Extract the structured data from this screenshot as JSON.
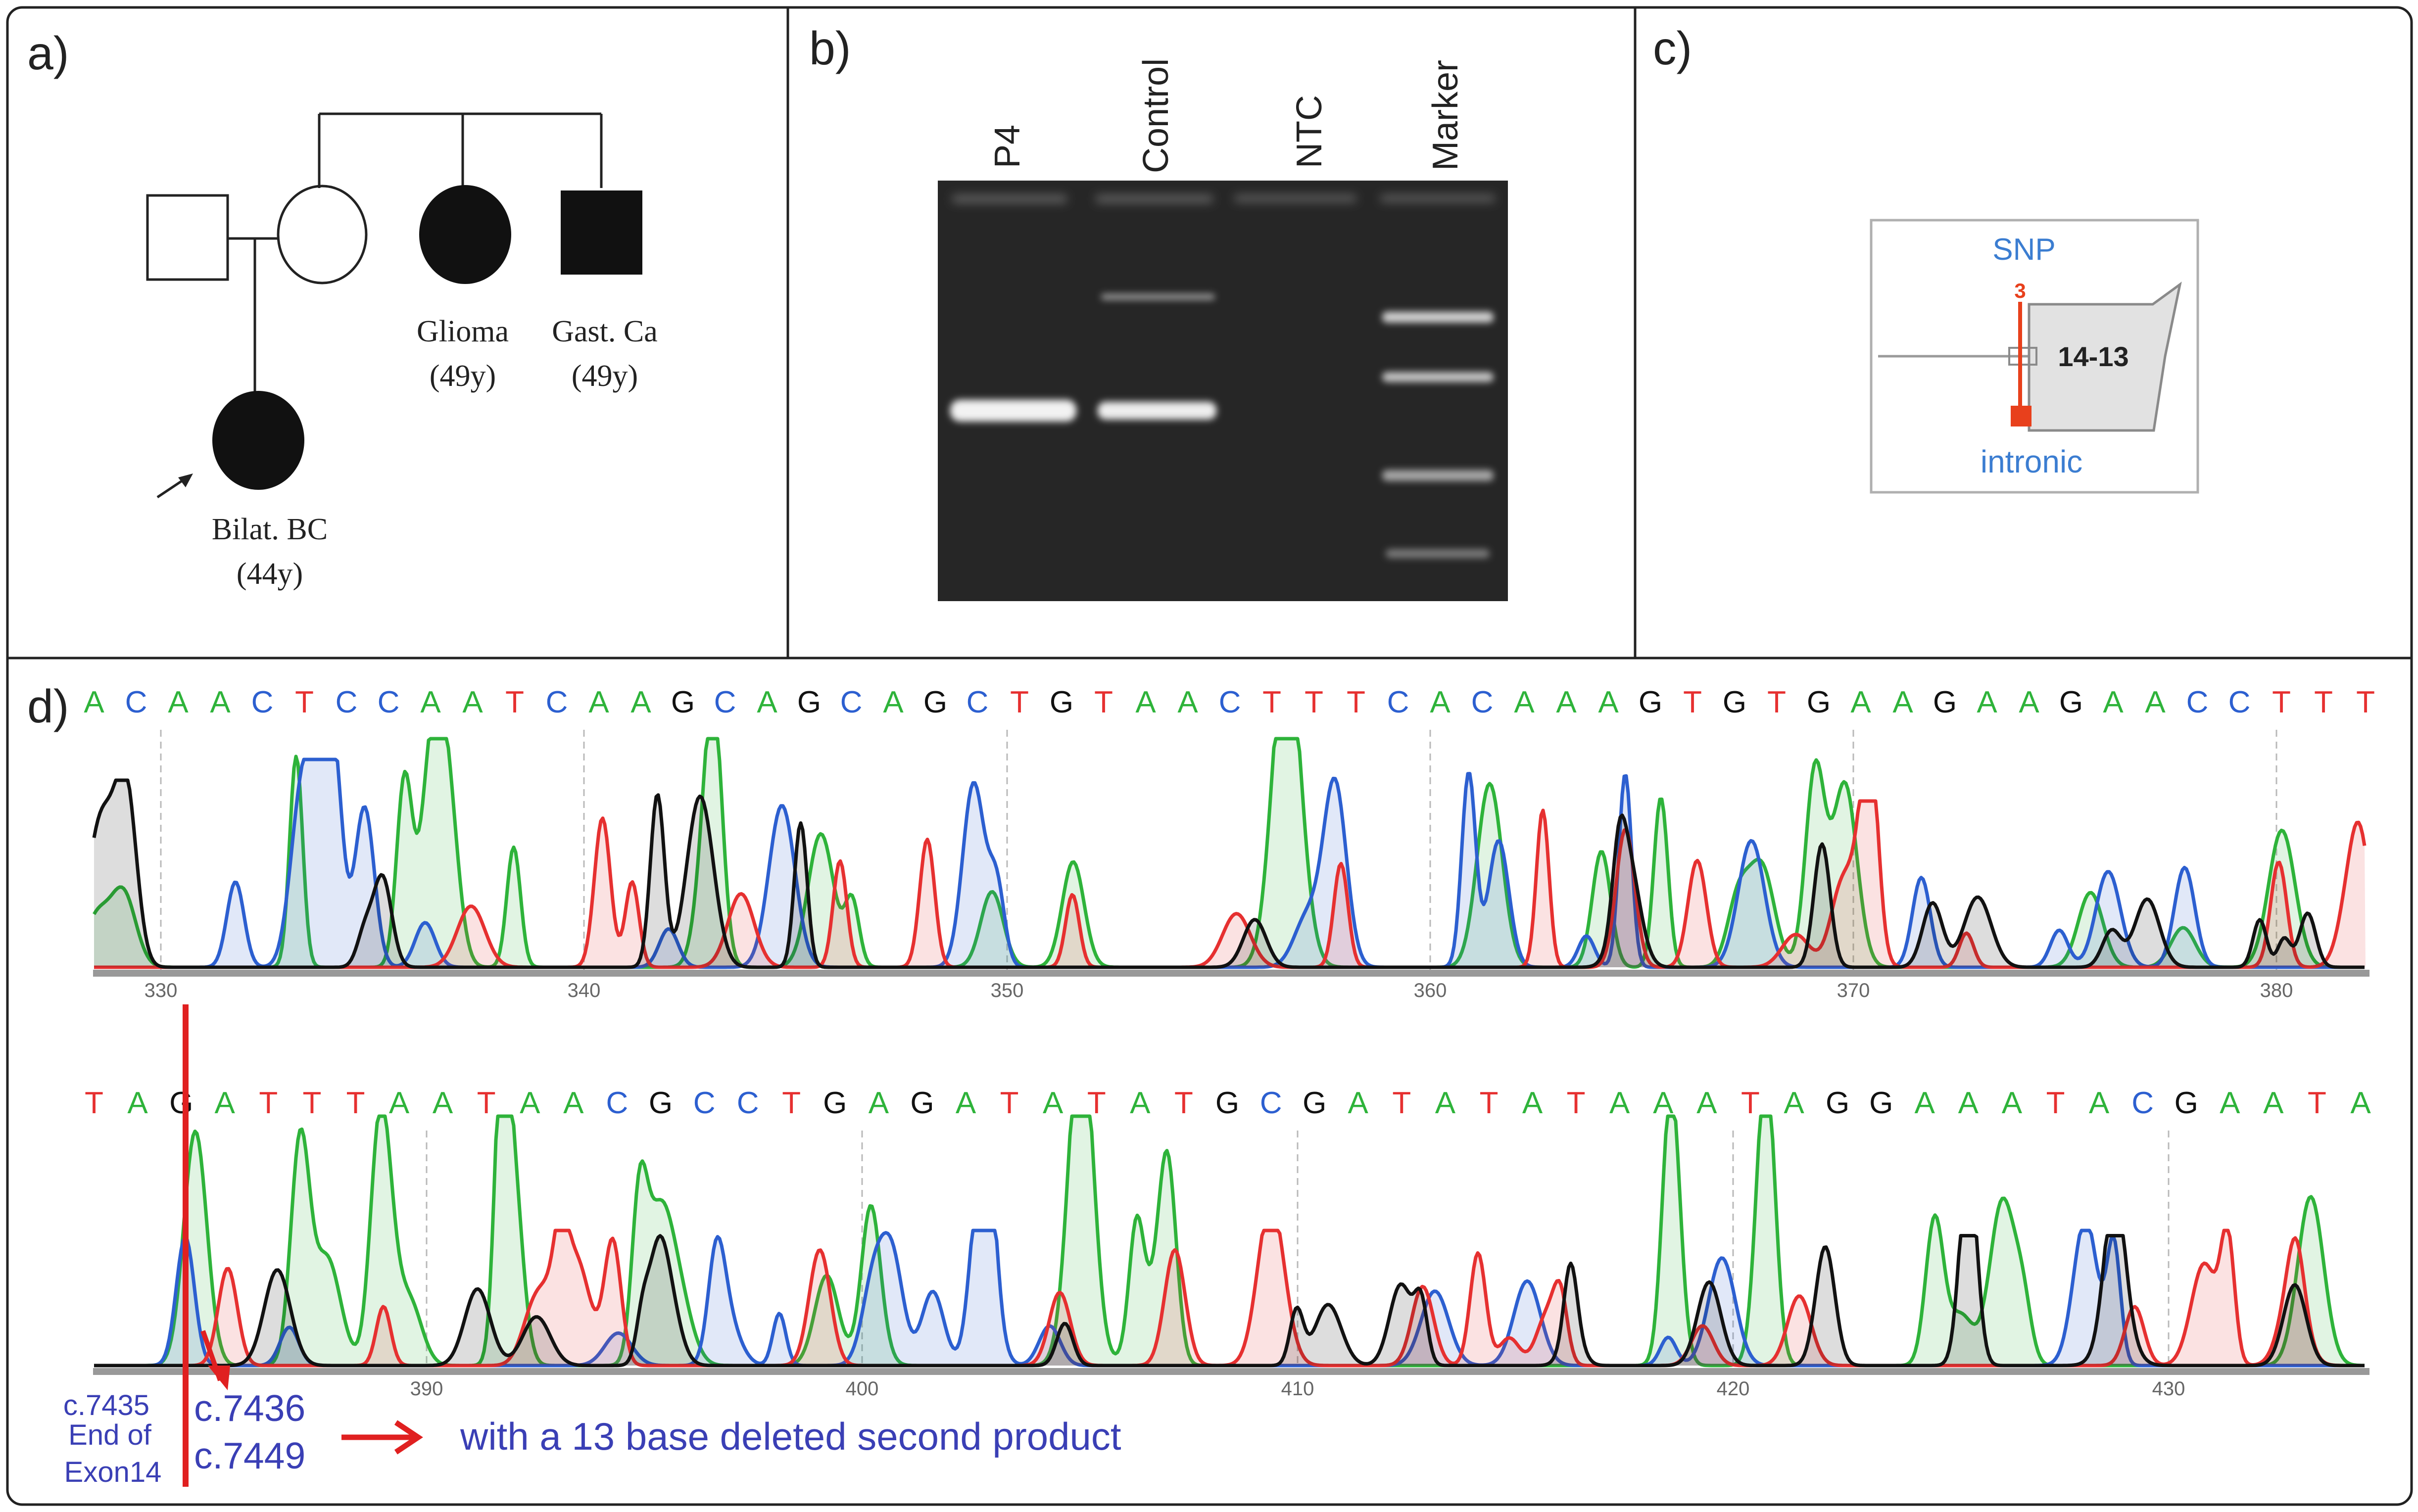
{
  "panels": {
    "a": {
      "label": "a)",
      "annotations": [
        {
          "text": "Glioma"
        },
        {
          "text": "(49y)"
        },
        {
          "text": "Gast. Ca"
        },
        {
          "text": "(49y)"
        },
        {
          "text": "Bilat. BC"
        },
        {
          "text": "(44y)"
        }
      ]
    },
    "b": {
      "label": "b)",
      "lanes": [
        "P4",
        "Control",
        "NTC",
        "Marker"
      ]
    },
    "c": {
      "label": "c)",
      "snp_label": "SNP",
      "count": "3",
      "exon_label": "14-13",
      "region_label": "intronic"
    },
    "d": {
      "label": "d)",
      "top": {
        "sequence": [
          "A",
          "C",
          "A",
          "A",
          "C",
          "T",
          "C",
          "C",
          "A",
          "A",
          "T",
          "C",
          "A",
          "A",
          "G",
          "C",
          "A",
          "G",
          "C",
          "A",
          "G",
          "C",
          "T",
          "G",
          "T",
          "A",
          "A",
          "C",
          "T",
          "T",
          "T",
          "C",
          "A",
          "C",
          "A",
          "A",
          "A",
          "G",
          "T",
          "G",
          "T",
          "G",
          "A",
          "A",
          "G",
          "A",
          "A",
          "G",
          "A",
          "A",
          "C",
          "C",
          "T",
          "T",
          "T"
        ],
        "ticks": [
          "330",
          "340",
          "350",
          "360",
          "370",
          "380"
        ]
      },
      "bottom": {
        "sequence": [
          "T",
          "A",
          "G",
          "A",
          "T",
          "T",
          "T",
          "A",
          "A",
          "T",
          "A",
          "A",
          "C",
          "G",
          "C",
          "C",
          "T",
          "G",
          "A",
          "G",
          "A",
          "T",
          "A",
          "T",
          "A",
          "T",
          "G",
          "C",
          "G",
          "A",
          "T",
          "A",
          "T",
          "A",
          "T",
          "A",
          "A",
          "A",
          "T",
          "A",
          "G",
          "G",
          "A",
          "A",
          "A",
          "T",
          "A",
          "C",
          "G",
          "A",
          "A",
          "T",
          "A"
        ],
        "ticks": [
          "390",
          "400",
          "410",
          "420",
          "430"
        ]
      },
      "annotation_exon_end": [
        "c.7435",
        "End of",
        "Exon14"
      ],
      "annotation_positions": [
        "c.7436",
        "c.7449"
      ],
      "annotation_note": "with a 13 base deleted second product"
    }
  },
  "colors": {
    "A": "#2eb33a",
    "C": "#2c5fd0",
    "G": "#111111",
    "T": "#e63030",
    "annotation_blue": "#3a3fb5",
    "arrow_red": "#e02020",
    "snp_red": "#e8401c",
    "snp_blue": "#3b7dd1"
  }
}
